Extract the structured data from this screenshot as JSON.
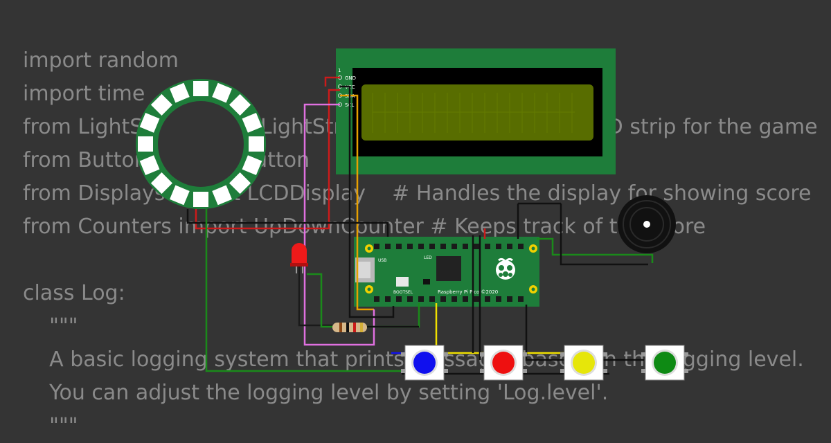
{
  "code": {
    "lines": [
      "import random",
      "import time",
      "from LightStrip import LightStrip          # Handles the LED strip for the game",
      "from Buttons import Button",
      "from Displays import LCDDisplay    # Handles the display for showing score",
      "from Counters import UpDownCounter # Keeps track of the score",
      "",
      "class Log:",
      "    \"\"\"",
      "    A basic logging system that prints messages based on the logging level.",
      "    You can adjust the logging level by setting 'Log.level'.",
      "    \"\"\""
    ]
  },
  "lcd": {
    "pins": [
      "GND",
      "VCC",
      "SDA",
      "SCL"
    ],
    "pin_number": "1"
  },
  "pico": {
    "label": "Raspberry Pi Pico ©2020",
    "bootsel": "BOOTSEL",
    "usb": "USB",
    "led": "LED"
  },
  "buttons": [
    {
      "name": "blue",
      "color": "#1010ee"
    },
    {
      "name": "red",
      "color": "#ee1010"
    },
    {
      "name": "yellow",
      "color": "#e6e60a"
    },
    {
      "name": "green",
      "color": "#0e8a14"
    }
  ],
  "colors": {
    "background": "#343434",
    "code_text": "#8a8a8a",
    "board_green": "#1e7d3a",
    "lcd_screen": "#586d00"
  }
}
